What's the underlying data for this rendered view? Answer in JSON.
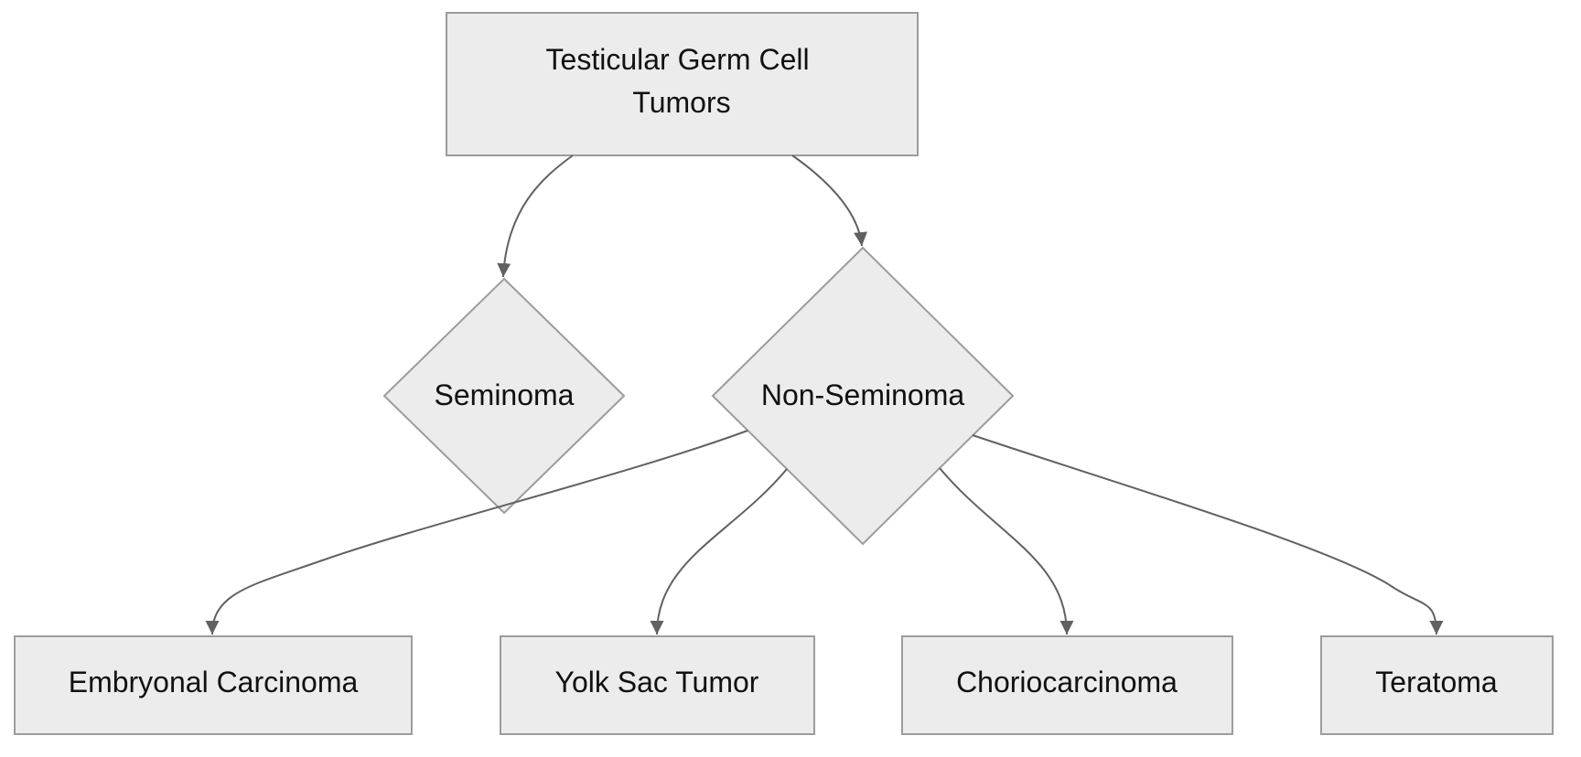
{
  "diagram": {
    "type": "flowchart",
    "orientation": "top-down",
    "nodes": [
      {
        "id": "testicular-germ-cell-tumors",
        "shape": "rectangle",
        "lines": [
          "Testicular Germ Cell",
          "Tumors"
        ]
      },
      {
        "id": "seminoma",
        "shape": "diamond",
        "label": "Seminoma"
      },
      {
        "id": "non-seminoma",
        "shape": "diamond",
        "label": "Non-Seminoma"
      },
      {
        "id": "embryonal-carcinoma",
        "shape": "rectangle",
        "label": "Embryonal Carcinoma"
      },
      {
        "id": "yolk-sac-tumor",
        "shape": "rectangle",
        "label": "Yolk Sac Tumor"
      },
      {
        "id": "choriocarcinoma",
        "shape": "rectangle",
        "label": "Choriocarcinoma"
      },
      {
        "id": "teratoma",
        "shape": "rectangle",
        "label": "Teratoma"
      }
    ],
    "edges": [
      {
        "from": "testicular-germ-cell-tumors",
        "to": "seminoma",
        "arrow": true
      },
      {
        "from": "testicular-germ-cell-tumors",
        "to": "non-seminoma",
        "arrow": true
      },
      {
        "from": "non-seminoma",
        "to": "embryonal-carcinoma",
        "arrow": true
      },
      {
        "from": "non-seminoma",
        "to": "yolk-sac-tumor",
        "arrow": true
      },
      {
        "from": "non-seminoma",
        "to": "choriocarcinoma",
        "arrow": true
      },
      {
        "from": "non-seminoma",
        "to": "teratoma",
        "arrow": true
      }
    ],
    "colors": {
      "background": "#ffffff",
      "node_fill": "#ececec",
      "node_border": "#9c9c9c",
      "edge_line": "#616161",
      "arrowhead": "#616161",
      "text": "#111111"
    }
  }
}
